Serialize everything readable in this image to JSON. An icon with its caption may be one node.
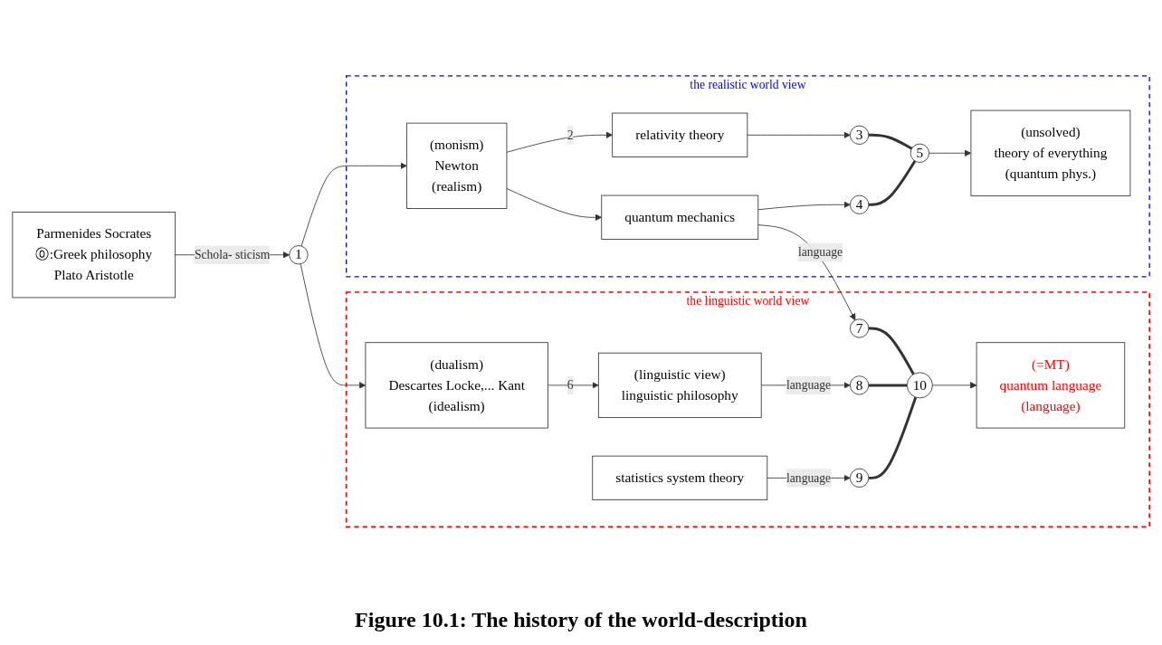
{
  "diagram": {
    "caption": "Figure 10.1: The history of the world-description",
    "nodes": [
      {
        "text": [
          "Parmenides Socrates",
          "⓪:Greek philosophy",
          "Plato Aristotle"
        ]
      },
      {
        "text": [
          "1"
        ]
      },
      {
        "text": [
          "the realistic world view"
        ]
      },
      {
        "text": [
          "(monism)",
          "Newton",
          "(realism)"
        ],
        "in": 2
      },
      {
        "text": [
          "relativity theory"
        ],
        "in": 2
      },
      {
        "text": [
          "quantum mechanics"
        ],
        "in": 2
      },
      {
        "text": [
          "3"
        ],
        "in": 2
      },
      {
        "text": [
          "4"
        ],
        "in": 2
      },
      {
        "text": [
          "5"
        ],
        "in": 2
      },
      {
        "text": [
          "(unsolved)",
          "theory of everything",
          "(quantum phys.)"
        ],
        "in": 2
      },
      {
        "text": [
          "the linguistic world view"
        ]
      },
      {
        "text": [
          "(dualism)",
          "Descartes Locke,... Kant",
          "(idealism)"
        ],
        "in": 10
      },
      {
        "text": [
          "(linguistic view)",
          "linguistic philosophy"
        ],
        "in": 10
      },
      {
        "text": [
          "statistics system theory"
        ],
        "in": 10
      },
      {
        "text": [
          "7"
        ],
        "in": 10
      },
      {
        "text": [
          "8"
        ],
        "in": 10
      },
      {
        "text": [
          "9"
        ],
        "in": 10
      },
      {
        "text": [
          "10"
        ],
        "in": 10
      },
      {
        "text": [
          "(=MT)",
          "quantum language",
          "(language)"
        ],
        "in": 10
      }
    ],
    "edges": [
      {
        "from": 0,
        "to": 1,
        "arrow": "to",
        "label": "Schola- sticism"
      },
      {
        "from": 1,
        "to": 3,
        "arrow": "to"
      },
      {
        "from": 1,
        "to": 11,
        "arrow": "to"
      },
      {
        "from": 3,
        "to": 4,
        "arrow": "to",
        "label": "2"
      },
      {
        "from": 3,
        "to": 5,
        "arrow": "to"
      },
      {
        "from": 4,
        "to": 6,
        "arrow": "to"
      },
      {
        "from": 5,
        "to": 7,
        "arrow": "to"
      },
      {
        "from": 5,
        "to": 14,
        "arrow": "to",
        "label": "language"
      },
      {
        "from": 11,
        "to": 12,
        "arrow": "to",
        "label": "6"
      },
      {
        "from": 12,
        "to": 15,
        "arrow": "to",
        "label": "language"
      },
      {
        "from": 13,
        "to": 16,
        "arrow": "to",
        "label": "language"
      },
      {
        "from": 6,
        "to": 8,
        "arrow": "none",
        "style": "thick"
      },
      {
        "from": 7,
        "to": 8,
        "arrow": "none",
        "style": "thick"
      },
      {
        "from": 8,
        "to": 9,
        "arrow": "to"
      },
      {
        "from": 14,
        "to": 17,
        "arrow": "none",
        "style": "thick"
      },
      {
        "from": 15,
        "to": 17,
        "arrow": "none",
        "style": "thick"
      },
      {
        "from": 16,
        "to": 17,
        "arrow": "none",
        "style": "thick"
      },
      {
        "from": 17,
        "to": 18,
        "arrow": "to"
      }
    ]
  }
}
